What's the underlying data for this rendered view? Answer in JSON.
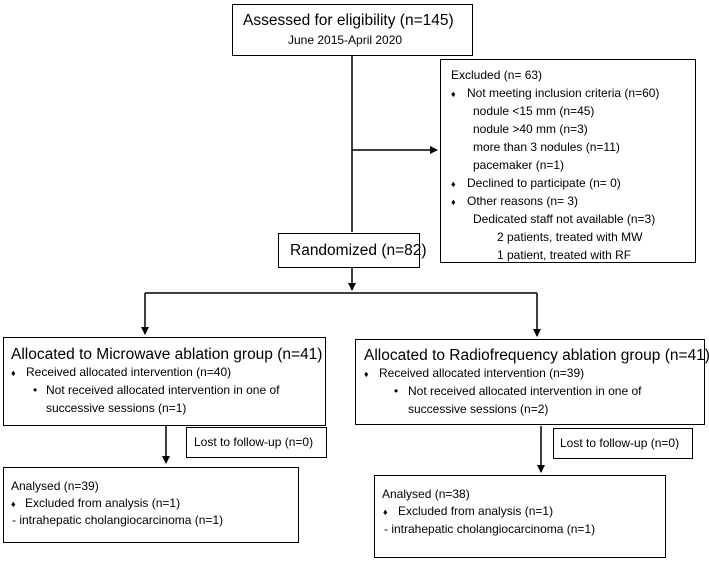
{
  "assessed": {
    "title": "Assessed for eligibility (n=145)",
    "period": "June 2015-April 2020"
  },
  "excluded": {
    "title": "Excluded (n= 63)",
    "items": [
      {
        "bullet": "♦",
        "label": "Not meeting inclusion criteria (n=60)"
      },
      {
        "bullet": "♦",
        "label": "Declined to participate (n= 0)"
      },
      {
        "bullet": "♦",
        "label": "Other reasons (n= 3)"
      }
    ],
    "criteria": [
      "nodule <15 mm (n=45)",
      "nodule >40 mm (n=3)",
      "more than 3 nodules (n=11)",
      "pacemaker (n=1)"
    ],
    "other_detail": "Dedicated staff not available (n=3)",
    "other_sub": [
      "2 patients, treated with MW",
      "1 patient, treated with RF"
    ]
  },
  "randomized": {
    "title": "Randomized (n=82)"
  },
  "mw": {
    "title": "Allocated to Microwave ablation group (n=41)",
    "bullet": "♦",
    "received": "Received allocated intervention (n=40)",
    "dot": "•",
    "not_received_1": "Not received allocated intervention in one of",
    "not_received_2": "successive sessions (n=1)"
  },
  "rf": {
    "title": "Allocated to Radiofrequency ablation group (n=41)",
    "bullet": "♦",
    "received": "Received allocated intervention (n=39)",
    "dot": "•",
    "not_received_1": "Not received allocated intervention in one of",
    "not_received_2": "successive sessions (n=2)"
  },
  "mw_lost": "Lost to follow-up (n=0)",
  "rf_lost": "Lost to follow-up (n=0)",
  "mw_analysed": {
    "title": "Analysed (n=39)",
    "bullet": "♦",
    "excluded": "Excluded from analysis (n=1)",
    "detail": " - intrahepatic cholangiocarcinoma (n=1)"
  },
  "rf_analysed": {
    "title": "Analysed (n=38)",
    "bullet": "♦",
    "excluded": "Excluded from analysis (n=1)",
    "detail": " - intrahepatic cholangiocarcinoma (n=1)"
  },
  "colors": {
    "line": "#000000",
    "background": "#ffffff"
  }
}
